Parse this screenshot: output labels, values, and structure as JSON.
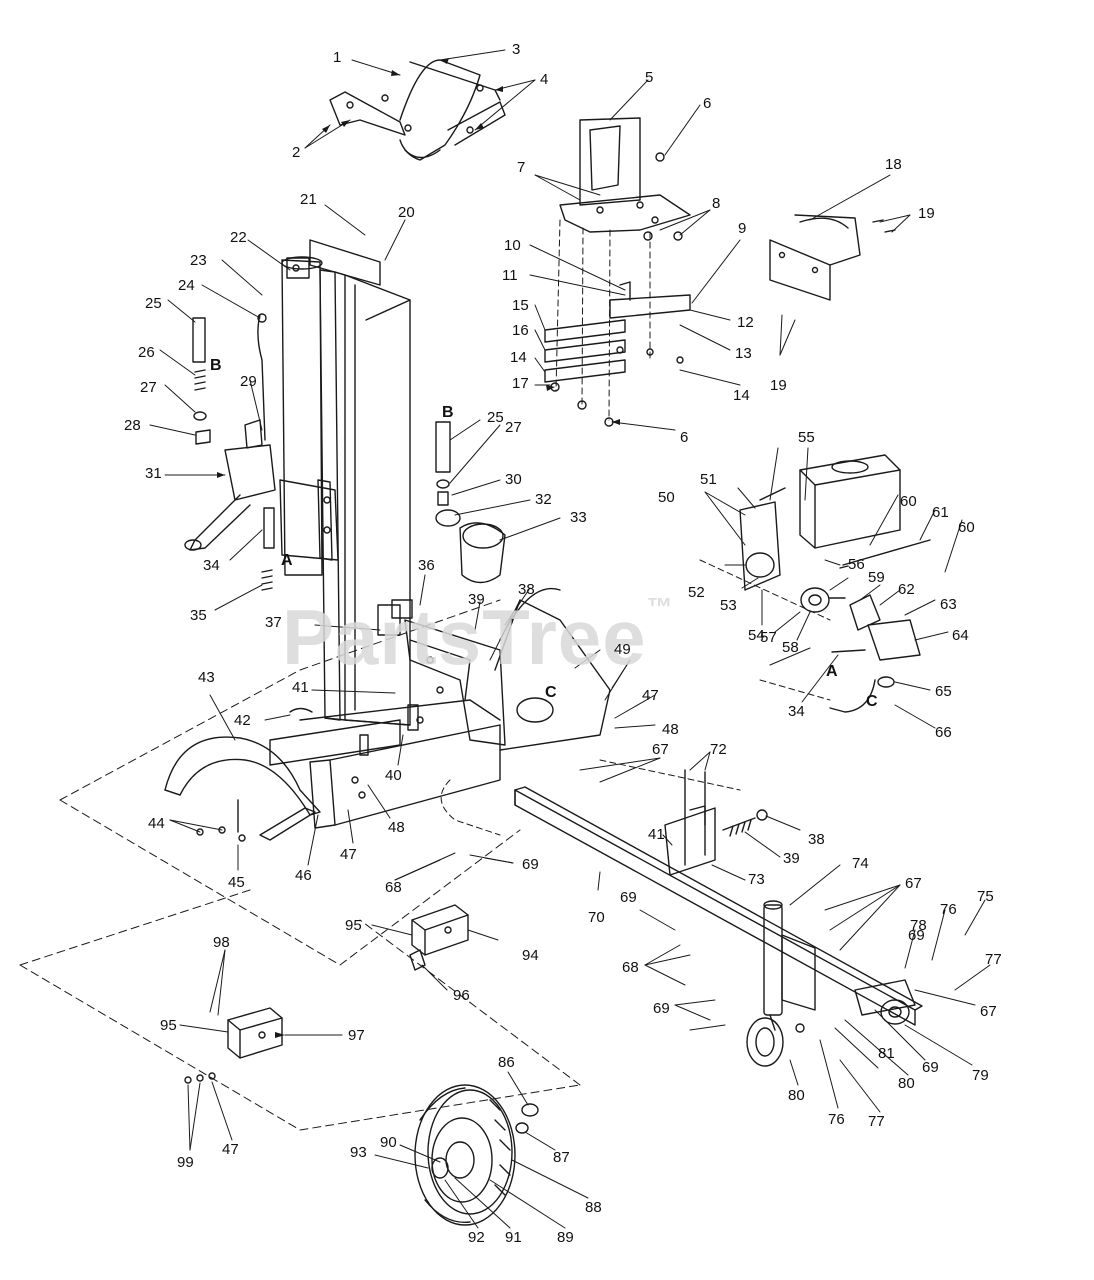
{
  "watermark": "PartsTree",
  "watermark_mark": "™",
  "letter_markers": [
    "A",
    "B",
    "C",
    "A",
    "B",
    "C"
  ],
  "callouts": [
    "1",
    "2",
    "3",
    "4",
    "5",
    "6",
    "6",
    "7",
    "8",
    "9",
    "10",
    "11",
    "12",
    "13",
    "14",
    "14",
    "15",
    "16",
    "17",
    "18",
    "19",
    "19",
    "20",
    "21",
    "22",
    "23",
    "24",
    "25",
    "25",
    "26",
    "27",
    "27",
    "28",
    "29",
    "30",
    "31",
    "32",
    "33",
    "34",
    "34",
    "35",
    "36",
    "37",
    "38",
    "38",
    "39",
    "39",
    "40",
    "41",
    "41",
    "42",
    "43",
    "44",
    "45",
    "46",
    "47",
    "47",
    "47",
    "48",
    "48",
    "49",
    "50",
    "51",
    "52",
    "53",
    "54",
    "55",
    "56",
    "57",
    "58",
    "59",
    "60",
    "60",
    "61",
    "62",
    "63",
    "64",
    "65",
    "66",
    "67",
    "67",
    "67",
    "68",
    "68",
    "69",
    "69",
    "69",
    "69",
    "69",
    "70",
    "72",
    "73",
    "74",
    "75",
    "76",
    "76",
    "77",
    "77",
    "78",
    "79",
    "80",
    "80",
    "81",
    "86",
    "87",
    "88",
    "89",
    "90",
    "91",
    "92",
    "93",
    "94",
    "95",
    "95",
    "96",
    "97",
    "98",
    "99"
  ]
}
